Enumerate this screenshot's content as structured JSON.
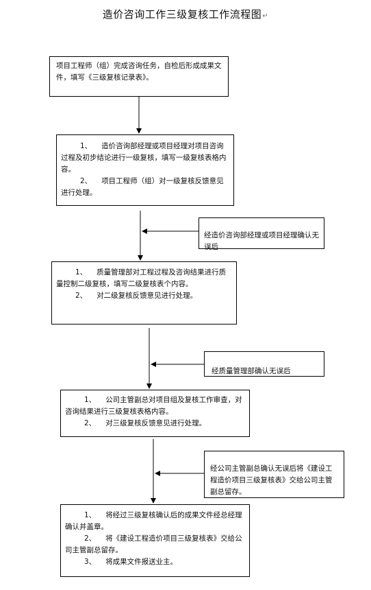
{
  "title": "造价咨询工作三级复核工作流程图",
  "title_mark": "↵",
  "start": {
    "text": "项目工程师（组）完成咨询任务，自检后形成成果文件，填写《三级复核记录表》。"
  },
  "level1": {
    "items": [
      {
        "num": "1、",
        "text": "造价咨询部经理或项目经理对项目咨询过程及初步结论进行一级复核，填写一级复核表格内容。"
      },
      {
        "num": "2、",
        "text": "项目工程师（组）对一级复核反馈意见进行处理。"
      }
    ]
  },
  "note1": {
    "text": "经造价咨询部经理或项目经理确认无误后"
  },
  "level2": {
    "items": [
      {
        "num": "1、",
        "text": "质量管理部对工程过程及咨询结果进行质量控制二级复核，填写二级复核表个内容。"
      },
      {
        "num": "2、",
        "text": "对二级复核反馈意见进行处理。"
      }
    ]
  },
  "note2": {
    "text": "经质量管理部确认无误后"
  },
  "level3": {
    "items": [
      {
        "num": "1、",
        "text": "公司主管副总对项目组及复核工作审查，对咨询结果进行三级复核表格内容。"
      },
      {
        "num": "2、",
        "text": "对三级复核反馈意见进行处理。"
      }
    ]
  },
  "note3": {
    "text": "经公司主管副总确认无误后将《建设工程造价项目三级复核表》交给公司主管副总留存。"
  },
  "final": {
    "items": [
      {
        "num": "1、",
        "text": "将经过三级复核确认后的成果文件经总经理确认并盖章。"
      },
      {
        "num": "2、",
        "text": "将《建设工程造价项目三级复核表》交给公司主管副总留存。"
      },
      {
        "num": "3、",
        "text": "将成果文件报送业主。"
      }
    ]
  }
}
